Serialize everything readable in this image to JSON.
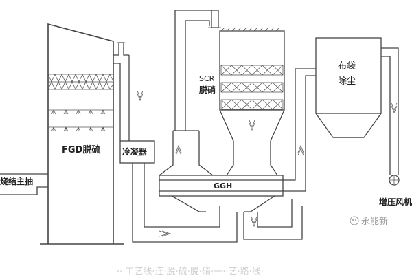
{
  "labels": {
    "sinter_fan": "烧结主抽",
    "fgd": "FGD脱硫",
    "condenser": "冷凝器",
    "scr_line1": "SCR",
    "scr_line2": "脱硝",
    "ggh": "GGH",
    "baghouse_line1": "布袋",
    "baghouse_line2": "除尘",
    "booster_fan": "增压风机"
  },
  "watermark": "永能新",
  "caption": "·· 工艺线·连·脱·硫·脱·硝·一··艺·路·线·",
  "colors": {
    "line": "#444444",
    "text": "#222222",
    "watermark": "#9a9a9a"
  }
}
